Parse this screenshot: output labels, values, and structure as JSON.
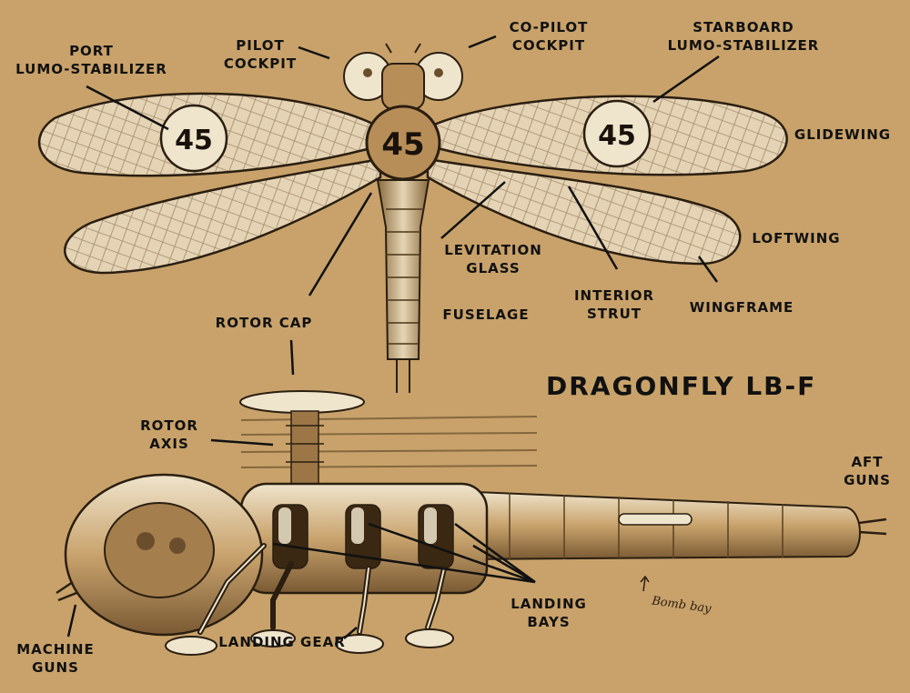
{
  "title": "DRAGONFLY LB-F",
  "labels": {
    "port_stabilizer_1": "PORT",
    "port_stabilizer_2": "LUMO-STABILIZER",
    "pilot_cockpit_1": "PILOT",
    "pilot_cockpit_2": "COCKPIT",
    "copilot_cockpit_1": "CO-PILOT",
    "copilot_cockpit_2": "COCKPIT",
    "starboard_stabilizer_1": "STARBOARD",
    "starboard_stabilizer_2": "LUMO-STABILIZER",
    "glidewing": "GLIDEWING",
    "loftwing": "LOFTWING",
    "levitation_glass_1": "LEVITATION",
    "levitation_glass_2": "GLASS",
    "interior_strut_1": "INTERIOR",
    "interior_strut_2": "STRUT",
    "wingframe": "WINGFRAME",
    "fuselage": "FUSELAGE",
    "rotor_cap": "ROTOR CAP",
    "rotor_axis_1": "ROTOR",
    "rotor_axis_2": "AXIS",
    "aft_guns_1": "AFT",
    "aft_guns_2": "GUNS",
    "machine_guns_1": "MACHINE",
    "machine_guns_2": "GUNS",
    "landing_gear": "LANDING GEAR",
    "landing_bays_1": "LANDING",
    "landing_bays_2": "BAYS"
  },
  "handwritten_note": "Bomb bay",
  "colors": {
    "paper": "#c8a26a",
    "ink": "#111111",
    "wing_fill": "#e4d3b4",
    "body_fill": "#b88e58",
    "highlight": "#efe4cc"
  }
}
